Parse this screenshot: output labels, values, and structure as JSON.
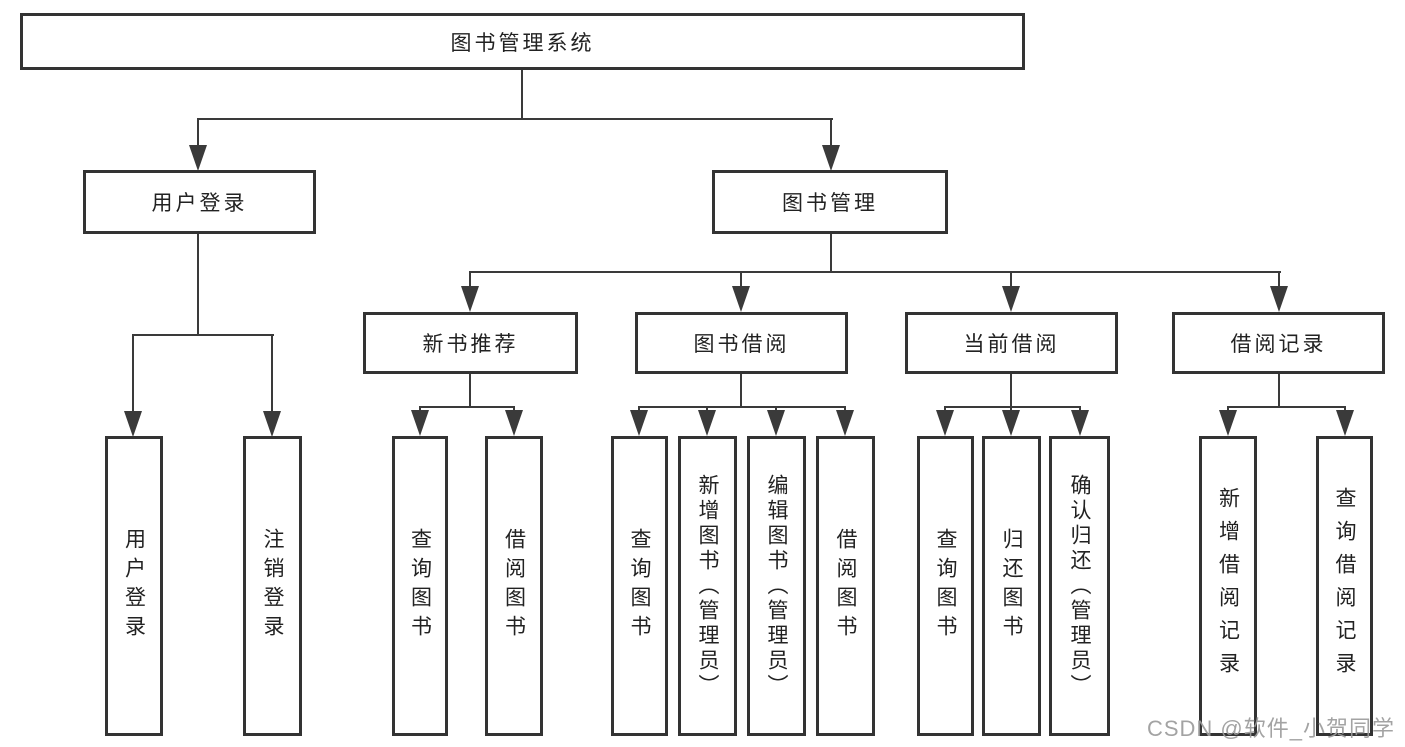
{
  "diagram": {
    "tree": {
      "label": "图书管理系统",
      "children": [
        {
          "label": "用户登录",
          "children": [
            {
              "label": "用户登录"
            },
            {
              "label": "注销登录"
            }
          ]
        },
        {
          "label": "图书管理",
          "children": [
            {
              "label": "新书推荐",
              "children": [
                {
                  "label": "查询图书"
                },
                {
                  "label": "借阅图书"
                }
              ]
            },
            {
              "label": "图书借阅",
              "children": [
                {
                  "label": "查询图书"
                },
                {
                  "label": "新增图书（管理员）"
                },
                {
                  "label": "编辑图书（管理员）"
                },
                {
                  "label": "借阅图书"
                }
              ]
            },
            {
              "label": "当前借阅",
              "children": [
                {
                  "label": "查询图书"
                },
                {
                  "label": "归还图书"
                },
                {
                  "label": "确认归还（管理员）"
                }
              ]
            },
            {
              "label": "借阅记录",
              "children": [
                {
                  "label": "新增借阅记录"
                },
                {
                  "label": "查询借阅记录"
                }
              ]
            }
          ]
        }
      ]
    },
    "watermark": "CSDN @软件_小贺同学",
    "colors": {
      "line": "#3a3a3a",
      "border": "#333333",
      "text": "#222222",
      "watermark": "#9c9c9c",
      "background": "#ffffff"
    }
  }
}
